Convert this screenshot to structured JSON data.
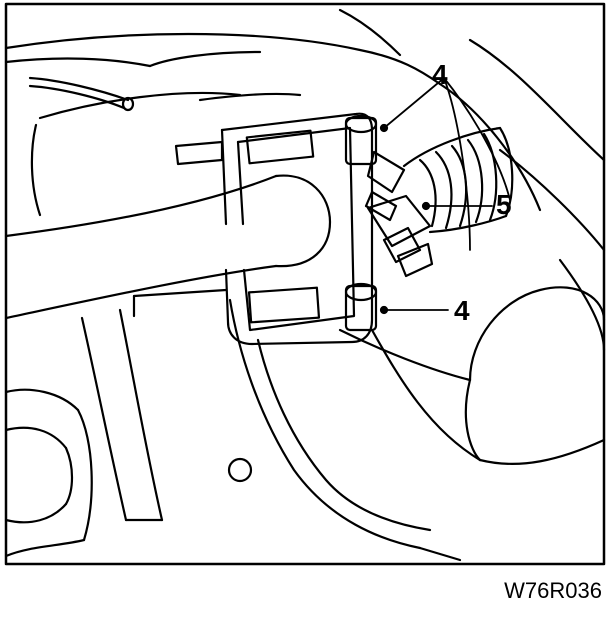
{
  "figure": {
    "callouts": {
      "fastener_label_top": "4",
      "fastener_label_bottom": "4",
      "boot_label": "5"
    },
    "figure_code": "W76R036",
    "colors": {
      "line": "#000000",
      "background": "#ffffff"
    }
  }
}
